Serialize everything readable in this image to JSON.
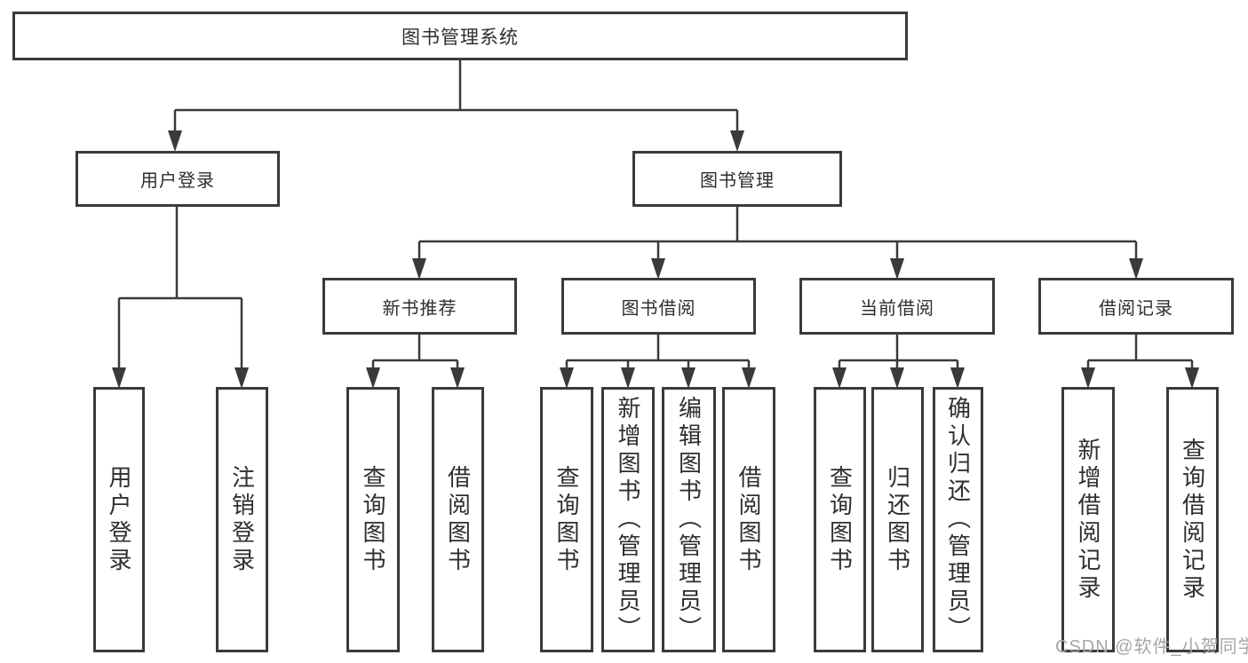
{
  "diagram": {
    "root": {
      "label": "图书管理系统"
    },
    "level2": [
      {
        "label": "用户登录"
      },
      {
        "label": "图书管理"
      }
    ],
    "level3": [
      {
        "label": "新书推荐"
      },
      {
        "label": "图书借阅"
      },
      {
        "label": "当前借阅"
      },
      {
        "label": "借阅记录"
      }
    ],
    "groups": [
      {
        "parent": "用户登录",
        "children": [
          "用户登录",
          "注销登录"
        ]
      },
      {
        "parent": "新书推荐",
        "children": [
          "查询图书",
          "借阅图书"
        ]
      },
      {
        "parent": "图书借阅",
        "children": [
          "查询图书",
          "新增图书（管理员）",
          "编辑图书（管理员）",
          "借阅图书"
        ]
      },
      {
        "parent": "当前借阅",
        "children": [
          "查询图书",
          "归还图书",
          "确认归还（管理员）"
        ]
      },
      {
        "parent": "借阅记录",
        "children": [
          "新增借阅记录",
          "查询借阅记录"
        ]
      }
    ]
  },
  "watermark": {
    "text": "CSDN @软件_小贺同学"
  },
  "colors": {
    "line": "#3a3a3a",
    "text": "#2e2e2e",
    "watermark_text": "#a6a6a6",
    "background": "#ffffff"
  }
}
